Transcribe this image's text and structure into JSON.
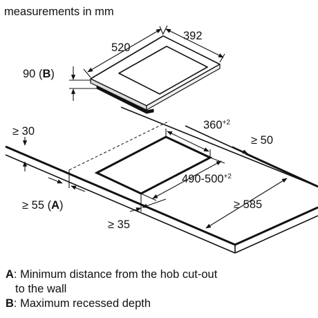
{
  "header": {
    "units_text": "measurements in mm"
  },
  "hob": {
    "width_label": "520",
    "depth_label": "392",
    "height_value": "90",
    "height_ref": "B"
  },
  "cutout": {
    "width_main": "360",
    "width_tol": "+2",
    "depth_main": "490-500",
    "depth_tol": "+2",
    "right_clearance": "≥ 50",
    "bottom_clearance": "≥ 585",
    "front_clearance": "≥ 35",
    "min_to_wall_value": "≥ 55",
    "min_to_wall_ref": "A",
    "top_thickness": "≥ 30"
  },
  "legend": [
    {
      "key": "A",
      "text": ": Minimum distance from the hob cut-out",
      "cont": "to the wall"
    },
    {
      "key": "B",
      "text": ": Maximum recessed depth"
    }
  ]
}
